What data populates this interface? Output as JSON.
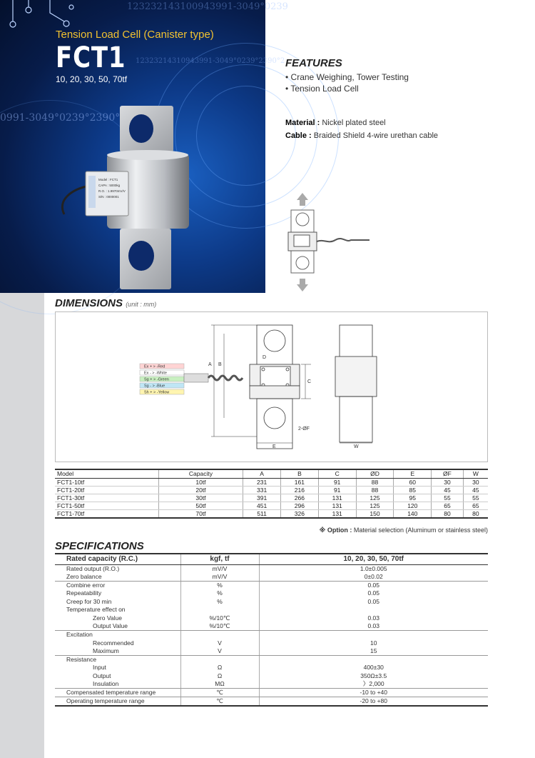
{
  "hero": {
    "subtitle": "Tension Load Cell (Canister type)",
    "model": "FCT1",
    "capacities": "10, 20, 30, 50, 70tf",
    "bg_numbers": [
      "123232143100943991-3049°0239",
      "12323214310943991-3049°0239°2390°2",
      "0991-3049°0239°2390°2392"
    ],
    "nameplate": {
      "lines": [
        "Model : FCT1",
        "CAPA : 5000kg",
        "R.O. : 1.9970mV/V",
        "S/N : 0000001"
      ]
    }
  },
  "features": {
    "title": "FEATURES",
    "items": [
      "Crane Weighing, Tower Testing",
      "Tension Load Cell"
    ]
  },
  "material": {
    "label": "Material :",
    "value": "Nickel plated steel"
  },
  "cable": {
    "label": "Cable :",
    "value": "Braided Shield 4-wire urethan cable"
  },
  "dimensions": {
    "title": "DIMENSIONS",
    "unit": "(unit : mm)",
    "wires": [
      {
        "label": "Ex + > -Red",
        "color": "#ffd4d4"
      },
      {
        "label": "Ex - > -White",
        "color": "#ffffff"
      },
      {
        "label": "Sg + > -Green",
        "color": "#c8efc0"
      },
      {
        "label": "Sg - > -Blue",
        "color": "#bfe6f5"
      },
      {
        "label": "Sh + > -Yellow",
        "color": "#fff5b0"
      }
    ],
    "labels": {
      "A": "A",
      "B": "B",
      "C": "C",
      "D": "D",
      "E": "E",
      "F": "2-ØF",
      "W": "W"
    }
  },
  "dim_table": {
    "headers": [
      "Model",
      "Capacity",
      "A",
      "B",
      "C",
      "ØD",
      "E",
      "ØF",
      "W"
    ],
    "rows": [
      [
        "FCT1-10tf",
        "10tf",
        "231",
        "161",
        "91",
        "88",
        "60",
        "30",
        "30"
      ],
      [
        "FCT1-20tf",
        "20tf",
        "331",
        "216",
        "91",
        "88",
        "85",
        "45",
        "45"
      ],
      [
        "FCT1-30tf",
        "30tf",
        "391",
        "266",
        "131",
        "125",
        "95",
        "55",
        "55"
      ],
      [
        "FCT1-50tf",
        "50tf",
        "451",
        "296",
        "131",
        "125",
        "120",
        "65",
        "65"
      ],
      [
        "FCT1-70tf",
        "70tf",
        "511",
        "326",
        "131",
        "150",
        "140",
        "80",
        "80"
      ]
    ]
  },
  "option_note": {
    "mark": "※ Option :",
    "text": "Material selection (Aluminum or stainless steel)"
  },
  "specifications": {
    "title": "SPECIFICATIONS",
    "headers": [
      "Rated capacity (R.C.)",
      "kgf, tf",
      "10, 20, 30, 50, 70tf"
    ],
    "rows": [
      {
        "name": "Rated output (R.O.)",
        "unit": "mV/V",
        "value": "1.0±0.005"
      },
      {
        "name": "Zero balance",
        "unit": "mV/V",
        "value": "0±0.02"
      },
      {
        "name": "Combine error",
        "unit": "%",
        "value": "0.05"
      },
      {
        "name": "Repeatability",
        "unit": "%",
        "value": "0.05"
      },
      {
        "name": "Creep for 30 min",
        "unit": "%",
        "value": "0.05"
      },
      {
        "name": "Temperature effect on",
        "unit": "",
        "value": ""
      },
      {
        "name": "Zero Value",
        "unit": "%/10℃",
        "value": "0.03"
      },
      {
        "name": "Output Value",
        "unit": "%/10℃",
        "value": "0.03"
      },
      {
        "name": "Excitation",
        "unit": "",
        "value": ""
      },
      {
        "name": "Recommended",
        "unit": "V",
        "value": "10"
      },
      {
        "name": "Maximum",
        "unit": "V",
        "value": "15"
      },
      {
        "name": "Resistance",
        "unit": "",
        "value": ""
      },
      {
        "name": "Input",
        "unit": "Ω",
        "value": "400±30"
      },
      {
        "name": "Output",
        "unit": "Ω",
        "value": "350Ω±3.5"
      },
      {
        "name": "Insulation",
        "unit": "MΩ",
        "value": "〉2,000"
      },
      {
        "name": "Compensated temperature range",
        "unit": "℃",
        "value": "-10 to +40"
      },
      {
        "name": "Operating temperature range",
        "unit": "℃",
        "value": "-20 to +80"
      }
    ]
  }
}
